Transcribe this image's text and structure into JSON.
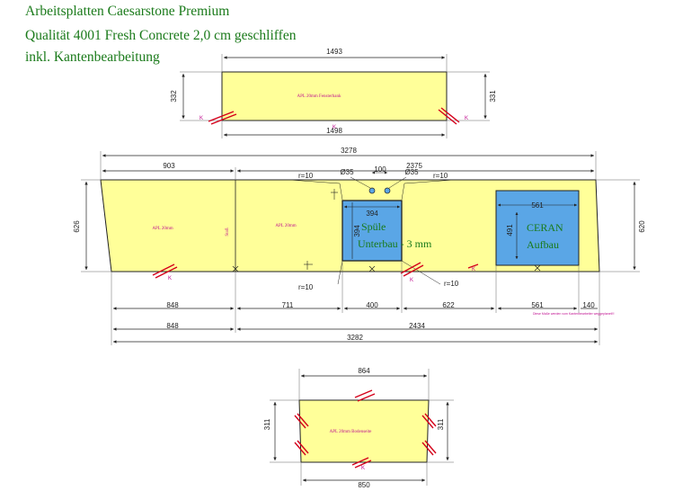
{
  "header": {
    "line1": "Arbeitsplatten Caesarstone Premium",
    "line2": "Qualität 4001 Fresh Concrete 2,0 cm geschliffen",
    "line3": "inkl. Kantenbearbeitung"
  },
  "colors": {
    "slab": "#ffff99",
    "cutout": "#5aa6e6",
    "label": "#c01090",
    "title": "#1a7a1a",
    "edge_mark": "#d4001a"
  },
  "top_piece": {
    "label": "APL 20mm Fensterbank",
    "dim_top": "1493",
    "dim_bottom": "1498",
    "dim_left": "332",
    "dim_right": "331",
    "k_left": "K",
    "k_bottom": "K",
    "k_right": "K"
  },
  "main_piece": {
    "dim_total_top": "3278",
    "dim_left_top": "903",
    "dim_right_top": "2375",
    "dim_left": "626",
    "dim_right": "620",
    "r_top_left": "r=10",
    "r_top_right": "r=10",
    "r_bottom_left": "r=10",
    "r_bottom_right": "r=10",
    "hole_left": "Ø35",
    "hole_right": "Ø35",
    "hole_spacing": "100",
    "label_left": "APL 20mm",
    "label_mid": "APL 20mm",
    "joint_label": "Stoß",
    "sink_width": "394",
    "sink_height": "394",
    "sink_label1": "Spüle",
    "sink_label2": "Unterbau - 3 mm",
    "hob_width": "561",
    "hob_height": "491",
    "hob_label1": "CERAN",
    "hob_label2": "Aufbau",
    "k_left": "K",
    "k_mid": "K",
    "k_right": "K",
    "dim_row1": [
      "848",
      "711",
      "400",
      "622",
      "561",
      "140"
    ],
    "dim_row2": [
      "848",
      "2434"
    ],
    "dim_total_bottom": "3282",
    "note": "Diese Maße werden vom Kantenbearbeiter weggeplanet!!!"
  },
  "bottom_piece": {
    "label": "APL 20mm Bodenseite",
    "dim_top": "864",
    "dim_bottom": "850",
    "dim_left": "311",
    "dim_right": "311",
    "k_bottom": "K"
  }
}
